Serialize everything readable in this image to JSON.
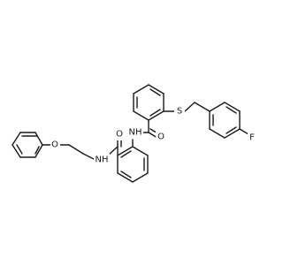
{
  "molecule": {
    "atoms": {
      "sulfur": "S",
      "fluorine": "F",
      "nh_upper": "NH",
      "o_upper": "O",
      "o_lower_amide": "O",
      "nh_lower": "NH",
      "o_ether": "O"
    }
  }
}
